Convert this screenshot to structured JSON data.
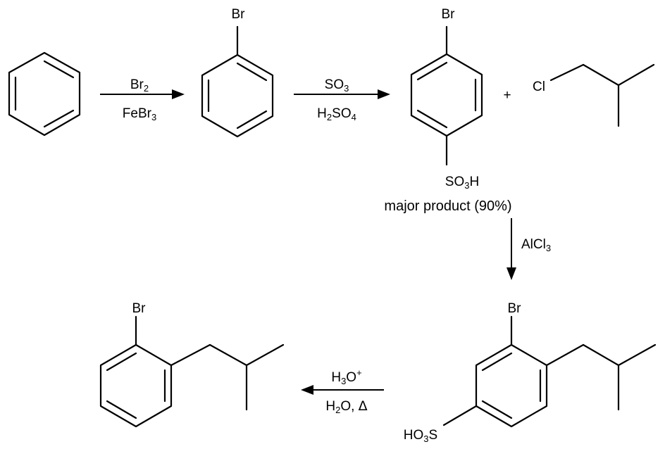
{
  "step1": {
    "reagent_top": {
      "base": "Br",
      "sub": "2"
    },
    "reagent_bottom": {
      "base": "FeBr",
      "sub": "3"
    }
  },
  "step2": {
    "reagent_top": {
      "base": "SO",
      "sub": "3"
    },
    "reagent_bottom": {
      "pre": "H",
      "sub1": "2",
      "mid": "SO",
      "sub2": "4"
    }
  },
  "step3": {
    "reagent": {
      "base": "AlCl",
      "sub": "3"
    }
  },
  "step4": {
    "reagent_top": {
      "pre": "H",
      "sub": "3",
      "mid": "O",
      "sup": "+"
    },
    "reagent_bottom": {
      "text": "H",
      "sub": "2",
      "post": "O, ",
      "delta": "Δ"
    }
  },
  "labels": {
    "bromo": "Br",
    "chloro": "Cl",
    "plus": "+",
    "sulfonic": {
      "pre": "SO",
      "sub": "3",
      "post": "H"
    },
    "sulfonic_left": {
      "pre": "HO",
      "sub": "3",
      "post": "S"
    },
    "major_product": "major product (90%)"
  }
}
